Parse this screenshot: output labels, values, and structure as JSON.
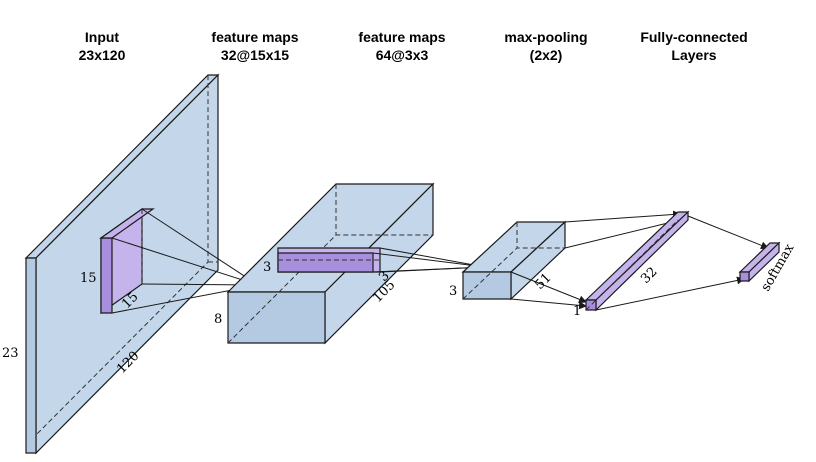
{
  "headers": [
    {
      "line1": "Input",
      "line2": "23x120"
    },
    {
      "line1": "feature maps",
      "line2": "32@15x15"
    },
    {
      "line1": "feature maps",
      "line2": "64@3x3"
    },
    {
      "line1": "max-pooling",
      "line2": "(2x2)"
    },
    {
      "line1": "Fully-connected",
      "line2": "Layers"
    }
  ],
  "dims": {
    "input_height": "23",
    "input_width": "120",
    "kernel1_h": "15",
    "kernel1_w": "15",
    "fm1_depth": "8",
    "fm1_len": "105",
    "kernel2_h": "3",
    "kernel2_w": "3",
    "pool_h": "3",
    "pool_len": "51",
    "pool_w": "1",
    "fc_len": "32",
    "softmax": "softmax"
  },
  "colors": {
    "block_fill": "#c3d6ea",
    "kernel_fill": "#c5b3ec",
    "outline": "#1a1a1a"
  }
}
